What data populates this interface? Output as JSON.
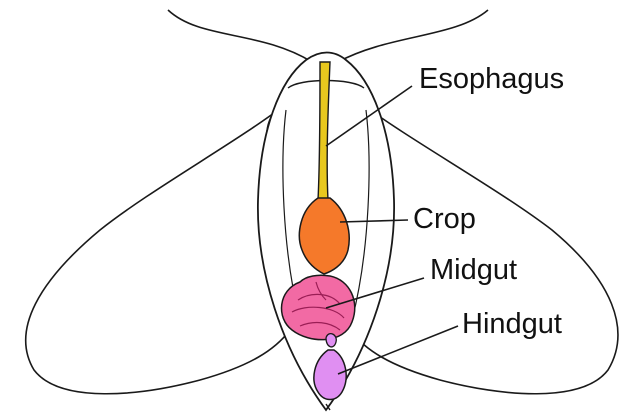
{
  "labels": {
    "esophagus": "Esophagus",
    "crop": "Crop",
    "midgut": "Midgut",
    "hindgut": "Hindgut"
  },
  "colors": {
    "outline": "#1a1a1a",
    "esophagus": "#e8c81e",
    "crop": "#f5792a",
    "midgut": "#f26aa4",
    "hindgut": "#e08ff2",
    "background": "#ffffff"
  }
}
